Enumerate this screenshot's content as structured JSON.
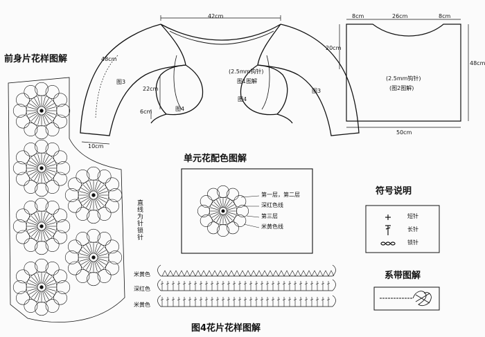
{
  "titles": {
    "front_panel": "前身片花样图解",
    "motif_color": "单元花配色图解",
    "symbols": "符号说明",
    "tie": "系带图解",
    "fig4": "图4花片花样图解"
  },
  "bolero": {
    "width_top": "42cm",
    "sleeve_len": "48cm",
    "front_len": "22cm",
    "hem_small": "6cm",
    "cuff": "10cm",
    "label_fig3_left": "图3",
    "label_fig3_right": "图3",
    "label_fig4_left": "图4",
    "label_fig4_right": "图4",
    "hook_note": "(2.5mm钩针)",
    "fig1_note": "图1图解"
  },
  "back": {
    "shoulder_left": "8cm",
    "neck": "26cm",
    "shoulder_right": "8cm",
    "armhole": "20cm",
    "height": "48cm",
    "bottom": "50cm",
    "hook_note": "(2.5mm钩针)",
    "fig2_note": "(图2图解)"
  },
  "motif": {
    "line1": "第一层，第二层",
    "line2": "深红色线",
    "line3": "第三层",
    "line4": "米黄色线"
  },
  "side_note": "直线为针锁针",
  "symbols": [
    {
      "label": "短针",
      "icon": "plus-icon"
    },
    {
      "label": "长针",
      "icon": "dc-icon"
    },
    {
      "label": "锁针",
      "icon": "chain-icon"
    }
  ],
  "border_rows": [
    "米黄色",
    "深红色",
    "米黄色"
  ]
}
